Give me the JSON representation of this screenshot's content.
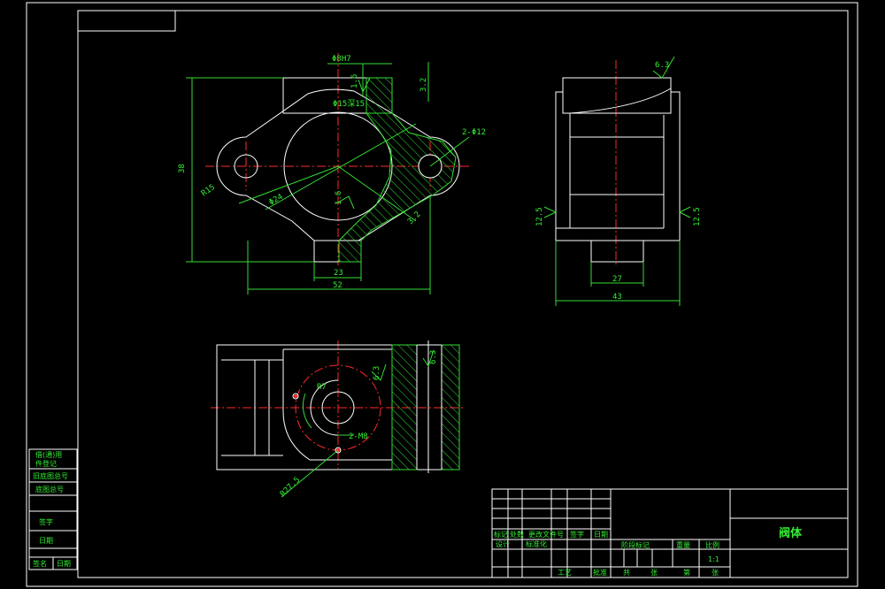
{
  "front_view": {
    "dims": {
      "overall_height": "38",
      "overall_width": "52",
      "boss_width": "23",
      "pin_hole": "Φ8H7",
      "hole_depth": "Φ15深15",
      "two_holes": "2-Φ12",
      "radius_small": "R15",
      "center_circle": "Φ24",
      "roughness_top": "1.6",
      "roughness_right": "3.2",
      "roughness_inner": "1.6",
      "roughness_diag": "3.2"
    }
  },
  "side_view": {
    "dims": {
      "overall_width": "43",
      "slot_width": "27",
      "roughness_top": "6.3",
      "roughness_left": "12.5",
      "roughness_right": "12.5"
    }
  },
  "top_view": {
    "dims": {
      "arc_radius": "R7",
      "slot_roughness": "6.3",
      "roughness_side": "6.3",
      "two_m": "2-M8",
      "bottom_radius": "R27.5"
    }
  },
  "sidebar": {
    "rows": [
      "借(通)用",
      "件登记",
      "旧底图总号",
      "底图总号",
      "签字",
      "日期",
      "签名",
      "日期"
    ]
  },
  "title_block": {
    "part_name": "阀体",
    "scale": "1:1",
    "labels": {
      "mark": "标记",
      "count": "处数",
      "change_doc": "更改文件号",
      "signature": "签字",
      "date": "日期",
      "designer": "设计",
      "standardize": "标准化",
      "process": "工艺",
      "approve": "批准",
      "stage_mark": "阶段标记",
      "weight": "重量",
      "ratio": "比例",
      "total": "共",
      "sheet": "张",
      "page": "第"
    }
  }
}
